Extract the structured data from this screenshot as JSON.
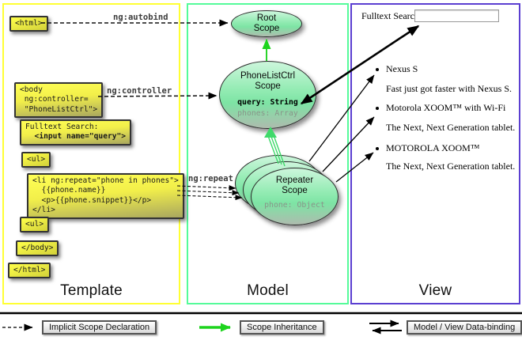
{
  "columns": {
    "template": "Template",
    "model": "Model",
    "view": "View"
  },
  "template_code": {
    "html_open": "<html>",
    "body_open": "<body\n ng:controller=\n \"PhoneListCtrl\">",
    "fulltext_label": "Fulltext Search:",
    "fulltext_input": "  <input name=\"query\">",
    "ul_open": "<ul>",
    "li_repeat": "<li ng:repeat=\"phone in phones\">\n  {{phone.name}}\n  <p>{{phone.snippet}}</p>\n</li>",
    "ul_close": "<ul>",
    "body_close": "</body>",
    "html_close": "</html>"
  },
  "arrow_labels": {
    "autobind": "ng:autobind",
    "controller": "ng:controller",
    "repeat": "ng:repeat"
  },
  "scopes": {
    "root": {
      "title": "Root\nScope"
    },
    "phonelist": {
      "title": "PhoneListCtrl\nScope",
      "prop_query": "query: String",
      "prop_phones": "phones: Array"
    },
    "repeater": {
      "title": "Repeater\nScope",
      "prop_phone": "phone: Object"
    }
  },
  "view": {
    "search_label": "Fulltext Search:",
    "search_value": "",
    "items": [
      {
        "title": "Nexus S",
        "desc": "Fast just got faster with Nexus S."
      },
      {
        "title": "Motorola XOOM™ with Wi-Fi",
        "desc": "The Next, Next Generation tablet."
      },
      {
        "title": "MOTOROLA XOOM™",
        "desc": "The Next, Next Generation tablet."
      }
    ]
  },
  "legend": {
    "implicit": "Implicit Scope Declaration",
    "inheritance": "Scope Inheritance",
    "binding": "Model / View Data-binding"
  },
  "colors": {
    "template_border": "#ffff33",
    "model_border": "#55fb9a",
    "view_border": "#5b3fd1",
    "code_box_yellow": "#ffff55",
    "scope_fill_top": "#c8f5d8",
    "scope_fill_bottom": "#b2bfb2",
    "inheritance_green": "#2bd42b"
  }
}
